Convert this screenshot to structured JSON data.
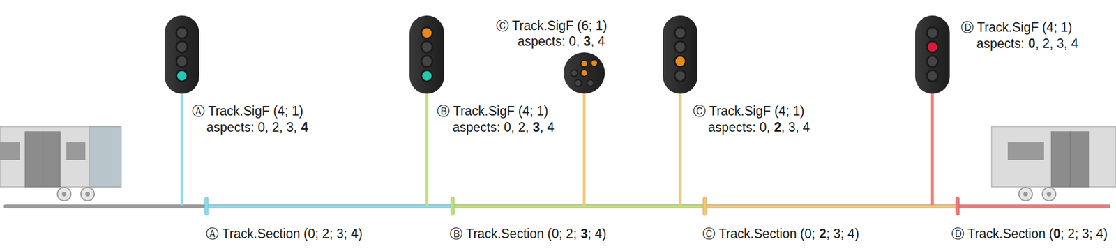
{
  "diagram": {
    "labels": [
      "Ⓐ Track.SigF (4; 1)",
      "aspects: 0, 2, 3,",
      "4",
      "Ⓑ Track.SigF (4; 1)",
      "aspects: 0, 2,",
      "3",
      ", 4",
      "Ⓒ Track.SigF (6; 1)",
      "aspects: 0,",
      "3",
      ", 4",
      "Ⓒ Track.SigF (4; 1)",
      "aspects: 0,",
      "2",
      ", 3, 4",
      "Ⓓ Track.SigF (4; 1)",
      "aspects:",
      "0",
      ", 2, 3, 4",
      "Ⓐ Track.Section (0; 2; 3;",
      "4",
      ")",
      "Ⓑ Track.Section (0; 2;",
      "3",
      "; 4)",
      "Ⓒ Track.Section (0;",
      "2",
      "; 3; 4)",
      "Ⓓ Track.Section (",
      "0",
      "; 2; 3; 4)"
    ]
  }
}
